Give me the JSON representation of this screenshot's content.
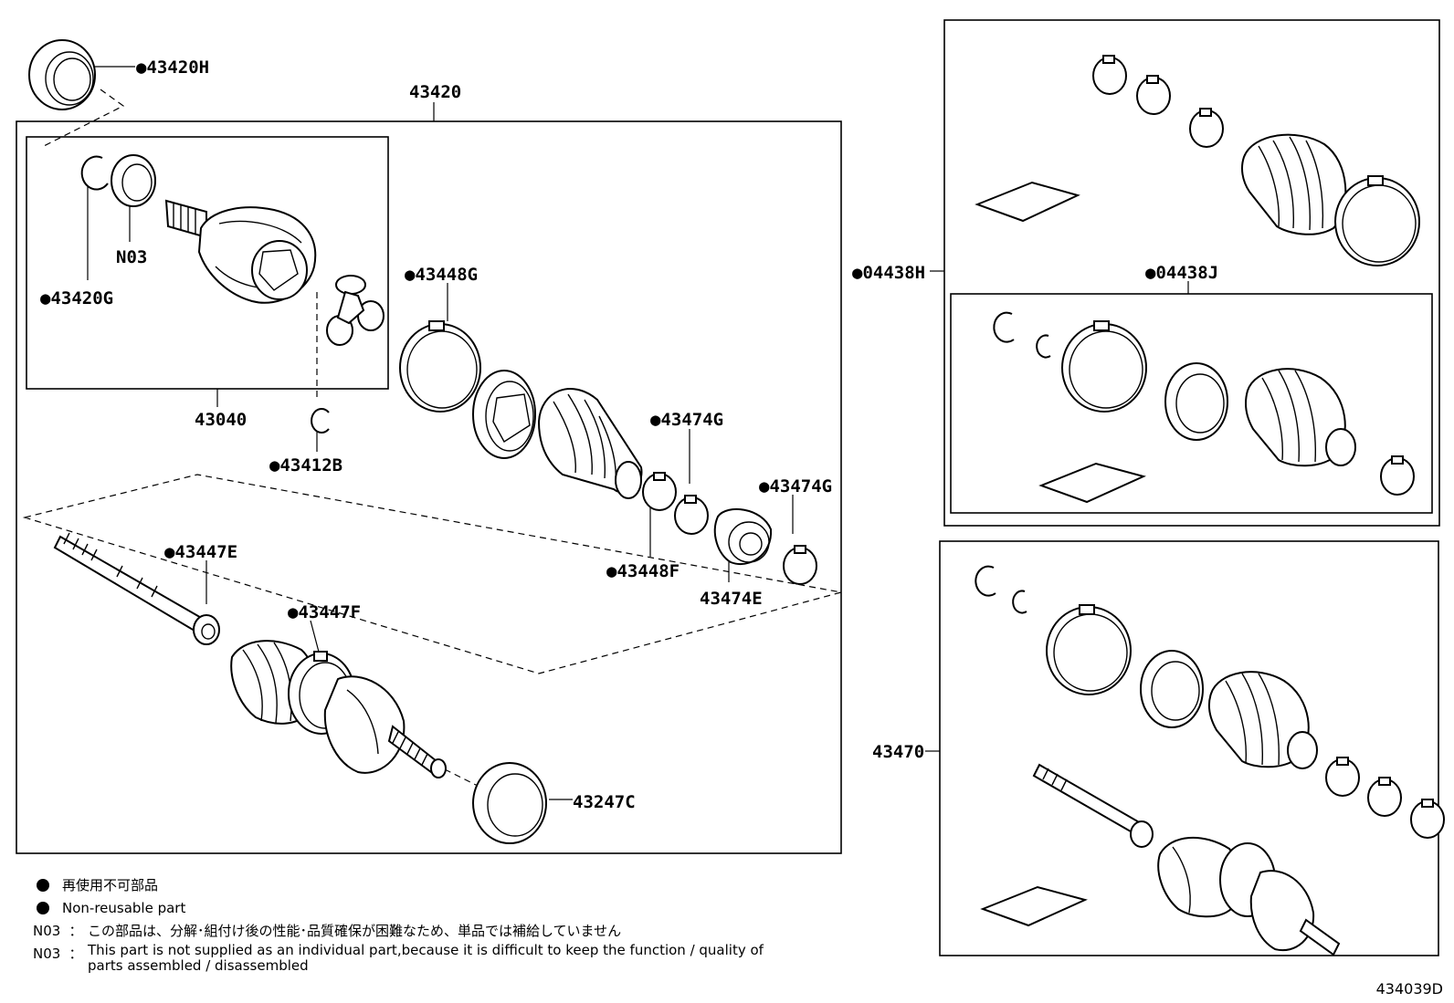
{
  "labels": {
    "p43420": "43420",
    "p43420H": "●43420H",
    "p43420G": "●43420G",
    "pN03": "N03",
    "p43040": "43040",
    "p43412B": "●43412B",
    "p43448G": "●43448G",
    "p43474G_a": "●43474G",
    "p43474G_b": "●43474G",
    "p43448F": "●43448F",
    "p43474E": "43474E",
    "p43447E": "●43447E",
    "p43447F": "●43447F",
    "p43247C": "43247C",
    "p04438H": "●04438H",
    "p04438J": "●04438J",
    "p43470": "43470"
  },
  "legend": {
    "nonreusable_ja": "再使用不可部品",
    "nonreusable_en": "Non-reusable part",
    "n03_key": "N03",
    "n03_colon": "：",
    "n03_ja": "この部品は、分解･組付け後の性能･品質確保が困難なため、単品では補給していません",
    "n03_en": "This part is not supplied as an individual part,because it is difficult to keep the function / quality of parts assembled / disassembled"
  },
  "figure_code": "434039D"
}
